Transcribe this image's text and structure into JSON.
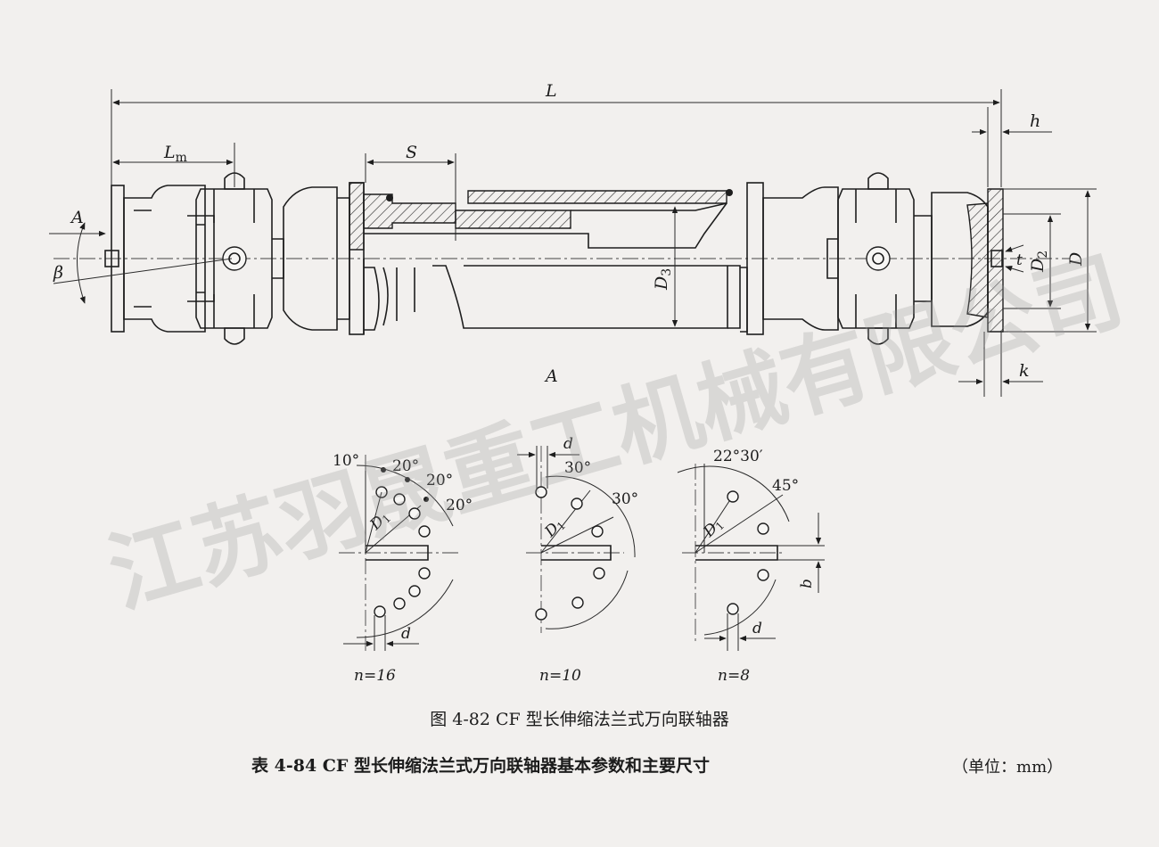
{
  "labels": {
    "L": "L",
    "Lm_main": "L",
    "Lm_sub": "m",
    "S": "S",
    "h": "h",
    "A_top": "A",
    "beta": "β",
    "D3_main": "D",
    "D3_sub": "3",
    "D2_main": "D",
    "D2_sub": "2",
    "D": "D",
    "t": "t",
    "k": "k",
    "A_view": "A",
    "d": "d",
    "D1_main": "D",
    "D1_sub": "1",
    "b": "b"
  },
  "flange_views": [
    {
      "n_label": "n=16",
      "angles": [
        "10°",
        "20°",
        "20°",
        "20°"
      ]
    },
    {
      "n_label": "n=10",
      "angles": [
        "30°",
        "30°"
      ]
    },
    {
      "n_label": "n=8",
      "angles": [
        "22°30′",
        "45°"
      ]
    }
  ],
  "figure_caption": "图 4-82   CF 型长伸缩法兰式万向联轴器",
  "table_caption": "表 4-84   CF 型长伸缩法兰式万向联轴器基本参数和主要尺寸",
  "unit": "（单位：mm）",
  "watermark": "江苏羽晟重工机械有限公司",
  "colors": {
    "ink": "#1c1c1c",
    "paper": "#f2f0ee"
  }
}
